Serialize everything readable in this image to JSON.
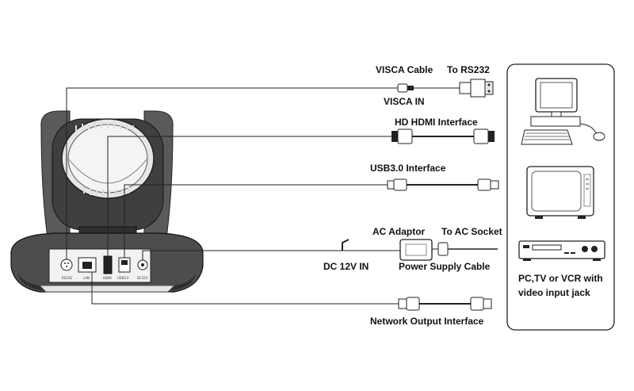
{
  "labels": {
    "visca_cable": "VISCA Cable",
    "to_rs232": "To RS232",
    "visca_in": "VISCA IN",
    "hdmi": "HD HDMI Interface",
    "usb": "USB3.0 Interface",
    "ac_adaptor": "AC Adaptor",
    "to_ac_socket": "To AC Socket",
    "dc_in": "DC 12V IN",
    "power_cable": "Power Supply Cable",
    "network": "Network Output Interface",
    "devices_line1": "PC,TV or VCR with",
    "devices_line2": "video input jack"
  },
  "port_labels": [
    "RS232",
    "LAN",
    "HDMI",
    "USB3.0",
    "DC12V"
  ],
  "colors": {
    "line": "#222222",
    "camera_body": "#4a4a4a",
    "camera_light": "#d9d9d9"
  },
  "icons": [
    "camera",
    "rs232-connector",
    "hdmi-cable",
    "usb-cable",
    "power-adapter",
    "rj45-connector",
    "desktop-computer",
    "crt-tv",
    "vcr"
  ]
}
